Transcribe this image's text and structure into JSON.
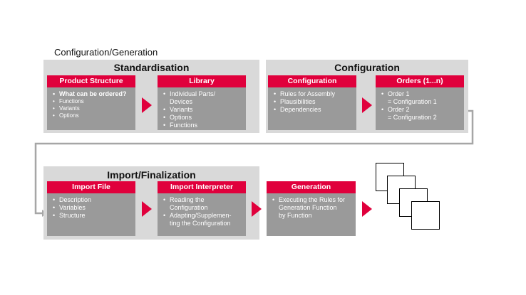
{
  "heading": "Configuration/Generation",
  "groups": {
    "standardisation": {
      "title": "Standardisation",
      "product_structure": {
        "title": "Product Structure",
        "items": [
          "What can be ordered?",
          "Functions",
          "Variants",
          "Options"
        ]
      },
      "library": {
        "title": "Library",
        "items": [
          "Individual Parts/",
          "Devices",
          "Variants",
          "Options",
          "Functions"
        ]
      }
    },
    "configuration": {
      "title": "Configuration",
      "configuration_card": {
        "title": "Configuration",
        "items": [
          "Rules for Assembly",
          "Plausibilities",
          "Dependencies"
        ]
      },
      "orders": {
        "title": "Orders (1...n)",
        "items": [
          "Order 1",
          "= Configuration 1",
          "Order 2",
          "= Configuration 2"
        ]
      }
    },
    "import_finalization": {
      "title": "Import/Finalization",
      "import_file": {
        "title": "Import File",
        "items": [
          "Description",
          "Variables",
          "Structure"
        ]
      },
      "import_interpreter": {
        "title": "Import Interpreter",
        "items": [
          "Reading the",
          "Configuration",
          "Adapting/Supplemen-",
          "ting the Configuration"
        ]
      }
    }
  },
  "generation": {
    "title": "Generation",
    "items": [
      "Executing the Rules for",
      "Generation Function",
      "by Function"
    ]
  },
  "colors": {
    "accent": "#e0003c",
    "card": "#9a9a9a",
    "group": "#d9d9d9",
    "connector": "#a6a6a6"
  },
  "icons": [
    "arrow-right-icon",
    "document-stack-icon"
  ]
}
